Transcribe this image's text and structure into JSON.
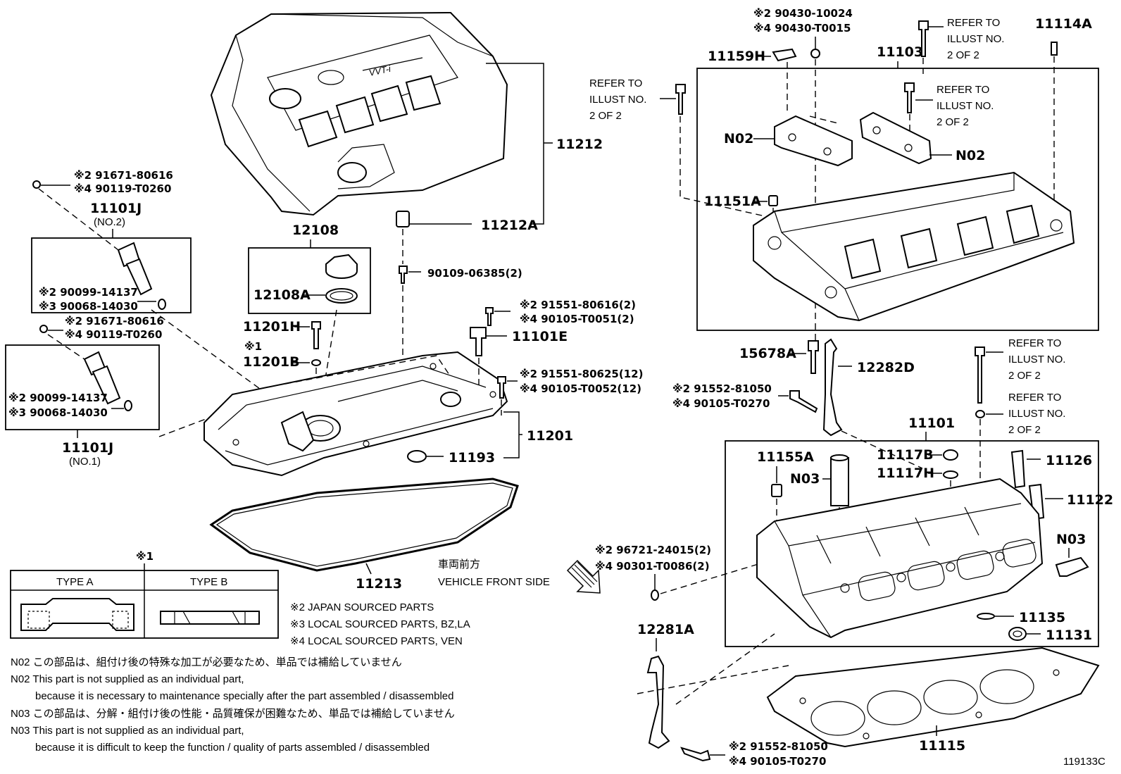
{
  "diagram_id": "119133C",
  "parts": {
    "p11212": "11212",
    "p11212A": "11212A",
    "p90109": "90109-06385(2)",
    "p12108": "12108",
    "p12108A": "12108A",
    "p11201H": "11201H",
    "note_x1": "※1",
    "p11201B": "11201B",
    "p11101J_no2": "11101J",
    "no2_tag": "(NO.2)",
    "p11101J_no1": "11101J",
    "no1_tag": "(NO.1)",
    "sv2_a1": "※2 91671-80616",
    "sv2_a2": "※4 90119-T0260",
    "sv2_b1": "※2 90099-14137",
    "sv2_b2": "※3 90068-14030",
    "sv1_a1": "※2 91671-80616",
    "sv1_a2": "※4 90119-T0260",
    "sv1_b1": "※2 90099-14137",
    "sv1_b2": "※3 90068-14030",
    "bolt_a1": "※2 91551-80616(2)",
    "bolt_a2": "※4 90105-T0051(2)",
    "p11101E": "11101E",
    "bolt_b1": "※2 91551-80625(12)",
    "bolt_b2": "※4 90105-T0052(12)",
    "p11201": "11201",
    "p11193": "11193",
    "p11213": "11213",
    "gasket_top1": "※2 90430-10024",
    "gasket_top2": "※4 90430-T0015",
    "p11159H": "11159H",
    "p11103": "11103",
    "p11114A": "11114A",
    "refer1": [
      "REFER TO",
      "ILLUST NO.",
      "2 OF 2"
    ],
    "refer2": [
      "REFER TO",
      "ILLUST NO.",
      "2 OF 2"
    ],
    "refer3": [
      "REFER TO",
      "ILLUST NO.",
      "2 OF 2"
    ],
    "refer4": [
      "REFER TO",
      "ILLUST NO.",
      "2 OF 2"
    ],
    "refer5": [
      "REFER TO",
      "ILLUST NO.",
      "2 OF 2"
    ],
    "n02_a": "N02",
    "n02_b": "N02",
    "p11151A": "11151A",
    "p15678A": "15678A",
    "p12282D": "12282D",
    "bolt_c1": "※2 91552-81050",
    "bolt_c2": "※4 90105-T0270",
    "p11101": "11101",
    "p11155A": "11155A",
    "n03_a": "N03",
    "p11117B": "11117B",
    "p11117H": "11117H",
    "p11126": "11126",
    "p11122": "11122",
    "n03_b": "N03",
    "plug1": "※2 96721-24015(2)",
    "plug2": "※4 90301-T0086(2)",
    "p11135": "11135",
    "p11131": "11131",
    "p12281A": "12281A",
    "p11115": "11115",
    "bolt_d1": "※2 91552-81050",
    "bolt_d2": "※4 90105-T0270",
    "front_jp": "車両前方",
    "front_en": "VEHICLE FRONT SIDE"
  },
  "type_table": {
    "marker": "※1",
    "col_a": "TYPE A",
    "col_b": "TYPE B"
  },
  "legend": [
    "※2 JAPAN SOURCED PARTS",
    "※3 LOCAL SOURCED PARTS, BZ,LA",
    "※4 LOCAL SOURCED PARTS, VEN"
  ],
  "notes": [
    "N02 この部品は、組付け後の特殊な加工が必要なため、単品では補給していません",
    "N02 This part is not supplied as an individual part,",
    "because it is necessary to maintenance specially after the part assembled / disassembled",
    "N03 この部品は、分解・組付け後の性能・品質確保が困難なため、単品では補給していません",
    "N03 This part is not supplied as an individual part,",
    "because it is difficult to keep the function / quality of parts assembled / disassembled"
  ]
}
